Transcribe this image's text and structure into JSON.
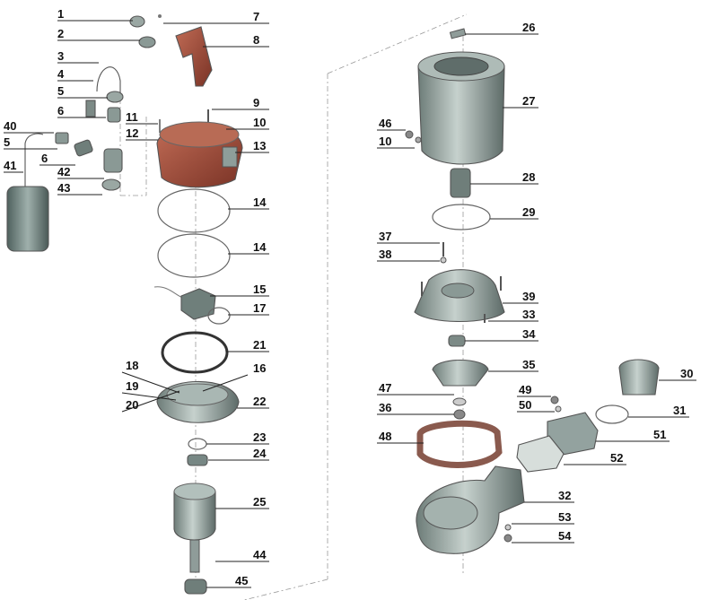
{
  "labels": {
    "left": [
      "1",
      "2",
      "3",
      "4",
      "5",
      "6",
      "40",
      "5",
      "6",
      "41",
      "42",
      "43",
      "11",
      "12",
      "18",
      "19",
      "20"
    ],
    "right": [
      "7",
      "8",
      "9",
      "10",
      "13",
      "14",
      "14",
      "15",
      "17",
      "21",
      "16",
      "22",
      "23",
      "24",
      "25",
      "44",
      "45"
    ],
    "r2_left": [
      "46",
      "10",
      "37",
      "38",
      "47",
      "36",
      "48",
      "49",
      "50"
    ],
    "r2_right": [
      "26",
      "27",
      "28",
      "29",
      "39",
      "33",
      "34",
      "35",
      "30",
      "31",
      "51",
      "52",
      "32",
      "53",
      "54"
    ]
  },
  "colors": {
    "motor_cover": "#a44b3a",
    "handle": "#b5563f",
    "body_grey": "#8a9a96",
    "float": "#6f837f",
    "gasket": "#b47a6a"
  }
}
